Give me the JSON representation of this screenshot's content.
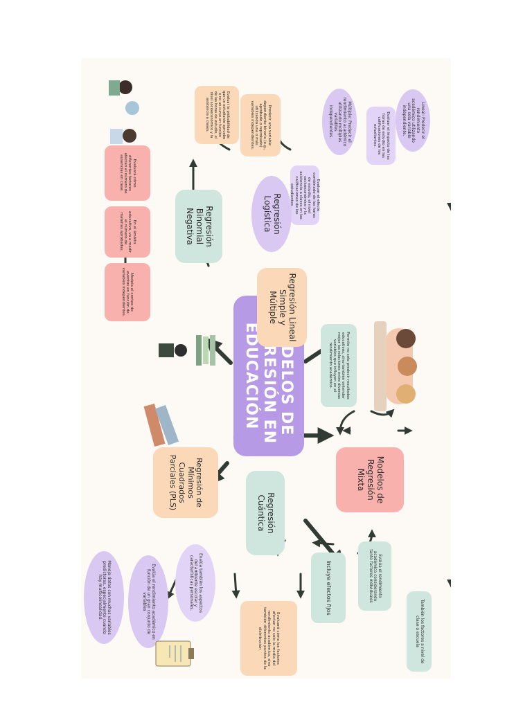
{
  "central": {
    "title": "MODELOS DE REGRESIÓN EN EDUCACIÓN"
  },
  "left_note": "Permite no solo predecir resultados educativos, sino también entender mejor las relaciones entre diversas variables que influyen en el rendimiento académico.",
  "lineal": {
    "title": "Regresión Lineal Simple y Múltiple",
    "items": [
      "Lineal: Predecir el rendimiento académico utilizando una sola variable independiente.",
      "Evaluar el impacto de las horas de estudio en las calificaciones de los estudiantes.",
      "Múltiple: Predecir el rendimiento académico utilizando múltiples variables independientes.",
      "Evaluar el efecto combinado de las horas de estudio, el nivel socioeconómico y la asistencia a clases en las calificaciones de los estudiantes."
    ]
  },
  "logistica": {
    "title": "Regresión Logística",
    "items": [
      "Predecir una variable dependiente binaria (e.g., aprobado o reprobado) utilizando una o más variables independientes.",
      "Evaluar la probabilidad de que un estudiante apruebe o no un curso en función de las horas de estudio, el nivel socioeconómico y la asistencia a clases."
    ]
  },
  "binomial": {
    "title": "Regresión Binomial Negativa",
    "items": [
      "Modela el conteo de eventos en función de variables independientes.",
      "En el ámbito educativo, va a medir el número de materias aprobadas.",
      "Evaluará cómo diferentes factores afectan el número de ausencias en clase."
    ]
  },
  "mixta": {
    "title": "Modelos de Regresión Mixta",
    "items": [
      "Evalúa el rendimiento académico considerando tanto factores individuales",
      "También los factores a nivel de clase o escuela",
      "Incluye efectos fijos"
    ]
  },
  "cuantilica": {
    "title": "Regresión Cuántica",
    "items": [
      "Evaluará cómo los factores afectan no solo la media del rendimiento académico, sino también diferentes puntos de la distribución"
    ]
  },
  "pls": {
    "title": "Regresión de Mínimos Cuadrados Parciales (PLS)",
    "items": [
      "Evalúa también los aspectos del ambiente escolar y características personales.",
      "Evalúa el rendimiento académico en función de un gran conjunto de variables",
      "Maneja datos con muchas variables predictoras, especialmente cuando hay multicolinealidad."
    ]
  },
  "colors": {
    "arrow": "#2f3b33",
    "central": "#b79ae5",
    "peach": "#fbd9b8",
    "pink": "#f8b1ac",
    "mint": "#cfe6df",
    "lavender": "#d9c8f2"
  }
}
